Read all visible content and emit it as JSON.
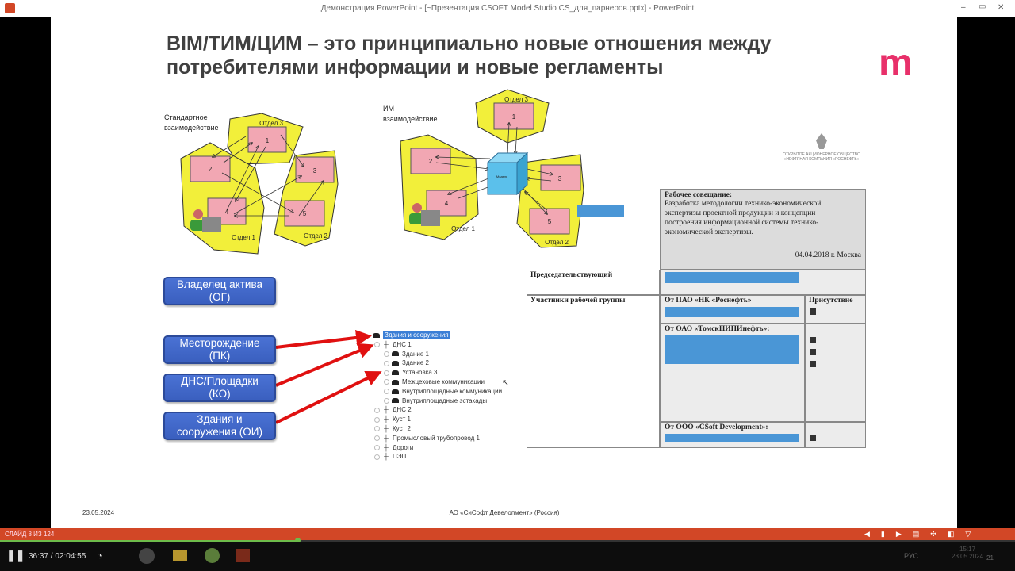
{
  "window": {
    "title": "Демонстрация PowerPoint - [~Презентация CSOFT Model Studio CS_для_парнеров.pptx] - PowerPoint",
    "minimize": "–",
    "restore": "▭",
    "close": "✕"
  },
  "slide": {
    "title_line1": "BIM/ТИМ/ЦИМ – это принципиально новые отношения между",
    "title_line2": "потребителями информации и новые регламенты",
    "logo": "m",
    "left_diagram": {
      "label_line1": "Стандартное",
      "label_line2": "взаимодействие",
      "dept1": "Отдел 1",
      "dept2": "Отдел 2",
      "dept3": "Отдел 3",
      "boxes": [
        "1",
        "2",
        "3",
        "4",
        "5"
      ]
    },
    "right_diagram": {
      "label_line1": "ИМ",
      "label_line2": "взаимодействие",
      "dept1": "Отдел 1",
      "dept2": "Отдел 2",
      "dept3": "Отдел 3",
      "boxes": [
        "1",
        "2",
        "3",
        "4",
        "5"
      ],
      "cube": "Модель"
    },
    "buttons": [
      {
        "line1": "Владелец актива",
        "line2": "(ОГ)"
      },
      {
        "line1": "Месторождение",
        "line2": "(ПК)"
      },
      {
        "line1": "ДНС/Площадки",
        "line2": "(КО)"
      },
      {
        "line1": "Здания и",
        "line2": "сооружения (ОИ)"
      }
    ],
    "tree": [
      "Здания и сооружения",
      "ДНС 1",
      "Здание 1",
      "Здание 2",
      "Установка 3",
      "Межцеховые коммуникации",
      "Внутриплощадные коммуникации",
      "Внутриплощадные эстакады",
      "ДНС 2",
      "Куст 1",
      "Куст 2",
      "Промысловый трубопровод 1",
      "Дороги",
      "ПЭП"
    ],
    "doc": {
      "company_line1": "ОТКРЫТОЕ АКЦИОНЕРНОЕ ОБЩЕСТВО",
      "company_line2": "«НЕФТЯНАЯ КОМПАНИЯ «РОСНЕФТЬ»",
      "meeting_title": "Рабочее совещание:",
      "meeting_text": "Разработка методологии технико-экономической экспертизы проектной продукции и концепции построения информационной системы технико-экономической экспертизы.",
      "date_place": "04.04.2018 г. Москва",
      "chair": "Председательствующий",
      "participants": "Участники рабочей группы",
      "from1": "От ПАО «НК «Роснефть»",
      "presence": "Присутствие",
      "from2": "От ОАО «ТомскНИПИнефть»:",
      "from3": "От ООО «CSoft Development»:"
    },
    "footer_date": "23.05.2024",
    "footer_org": "АО «СиСофт Девелопмент» (Россия)"
  },
  "status": {
    "slide_counter": "СЛАЙД 8 ИЗ 124"
  },
  "player": {
    "time": "36:37 / 02:04:55",
    "progress_percent": 29.3,
    "clock": "15:17",
    "clock_date": "23.05.2024",
    "lang": "РУС",
    "notif": "21"
  },
  "colors": {
    "accent": "#d24726",
    "zone": "#f2ef3a",
    "box": "#f2a7b3",
    "button": "#3f65c6",
    "cube": "#5bc0eb"
  }
}
